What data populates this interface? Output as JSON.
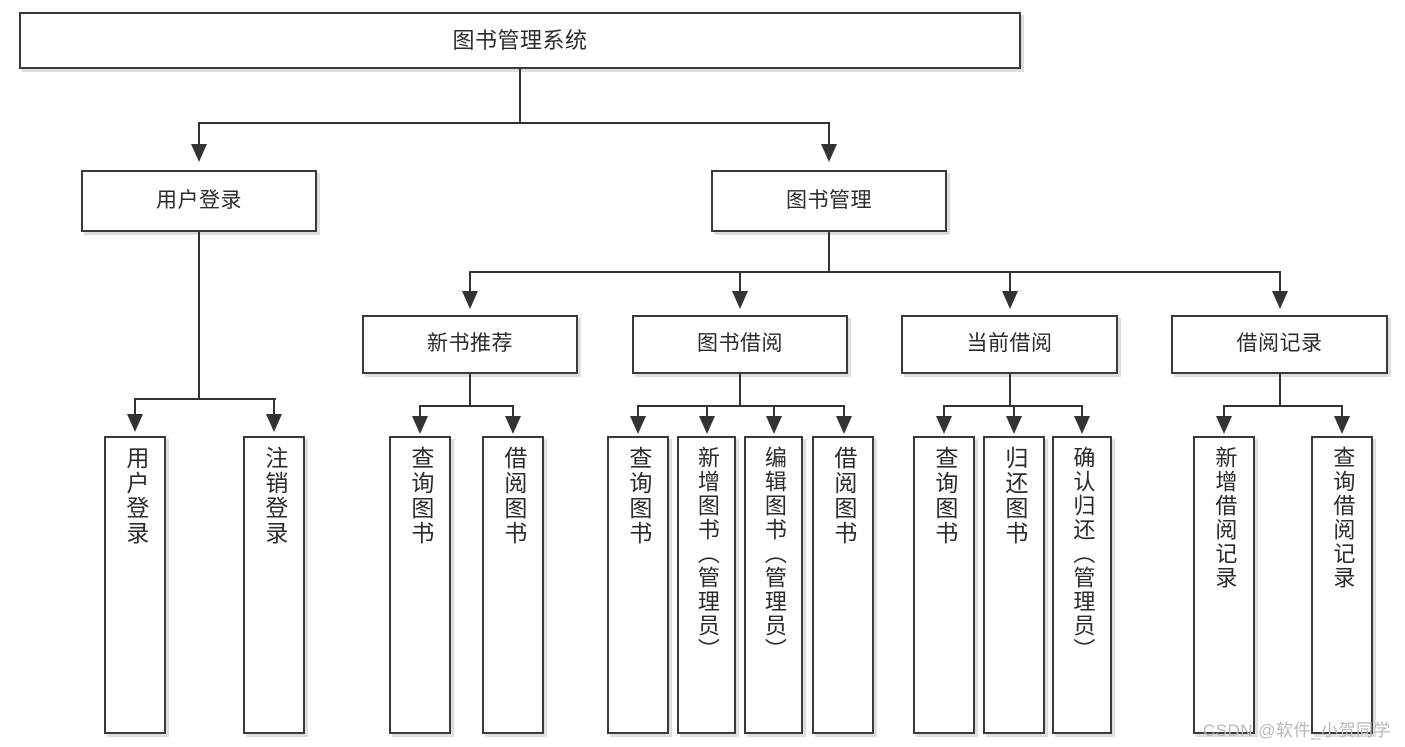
{
  "diagram": {
    "type": "tree-hierarchy",
    "title": "图书管理系统",
    "root": {
      "label": "图书管理系统"
    },
    "level1": [
      {
        "key": "user_login",
        "label": "用户登录"
      },
      {
        "key": "book_manage",
        "label": "图书管理"
      }
    ],
    "level2": [
      {
        "key": "new_book_rec",
        "label": "新书推荐"
      },
      {
        "key": "book_borrow",
        "label": "图书借阅"
      },
      {
        "key": "current_borrow",
        "label": "当前借阅"
      },
      {
        "key": "borrow_record",
        "label": "借阅记录"
      }
    ],
    "leaves": {
      "user_login": [
        {
          "label": "用户登录"
        },
        {
          "label": "注销登录"
        }
      ],
      "new_book_rec": [
        {
          "label": "查询图书"
        },
        {
          "label": "借阅图书"
        }
      ],
      "book_borrow": [
        {
          "label": "查询图书"
        },
        {
          "label": "新增图书（管理员）"
        },
        {
          "label": "编辑图书（管理员）"
        },
        {
          "label": "借阅图书"
        }
      ],
      "current_borrow": [
        {
          "label": "查询图书"
        },
        {
          "label": "归还图书"
        },
        {
          "label": "确认归还（管理员）"
        }
      ],
      "borrow_record": [
        {
          "label": "新增借阅记录"
        },
        {
          "label": "查询借阅记录"
        }
      ]
    }
  },
  "watermark": {
    "text": "CSDN @软件_小贺同学"
  },
  "colors": {
    "box_border": "#3a3a3a",
    "line": "#333333",
    "text": "#2b2b2b",
    "background": "#ffffff",
    "watermark": "#b9b9b9"
  }
}
